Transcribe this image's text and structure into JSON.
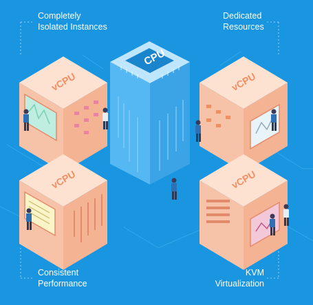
{
  "features": {
    "top_left": {
      "line1": "Completely",
      "line2": "Isolated Instances"
    },
    "top_right": {
      "line1": "Dedicated",
      "line2": "Resources"
    },
    "bottom_left": {
      "line1": "Consistent",
      "line2": "Performance"
    },
    "bottom_right": {
      "line1": "KVM",
      "line2": "Virtualization"
    }
  },
  "cube_label": "vCPU",
  "tower_label": "CPU",
  "colors": {
    "background": "#1a96e0",
    "cube_front": "#f7c3a8",
    "cube_top": "#fde2d2",
    "tower": "#4ab2ef"
  },
  "icons": [
    "vcpu-cube",
    "cpu-tower",
    "person-figure",
    "monitor-panel"
  ]
}
